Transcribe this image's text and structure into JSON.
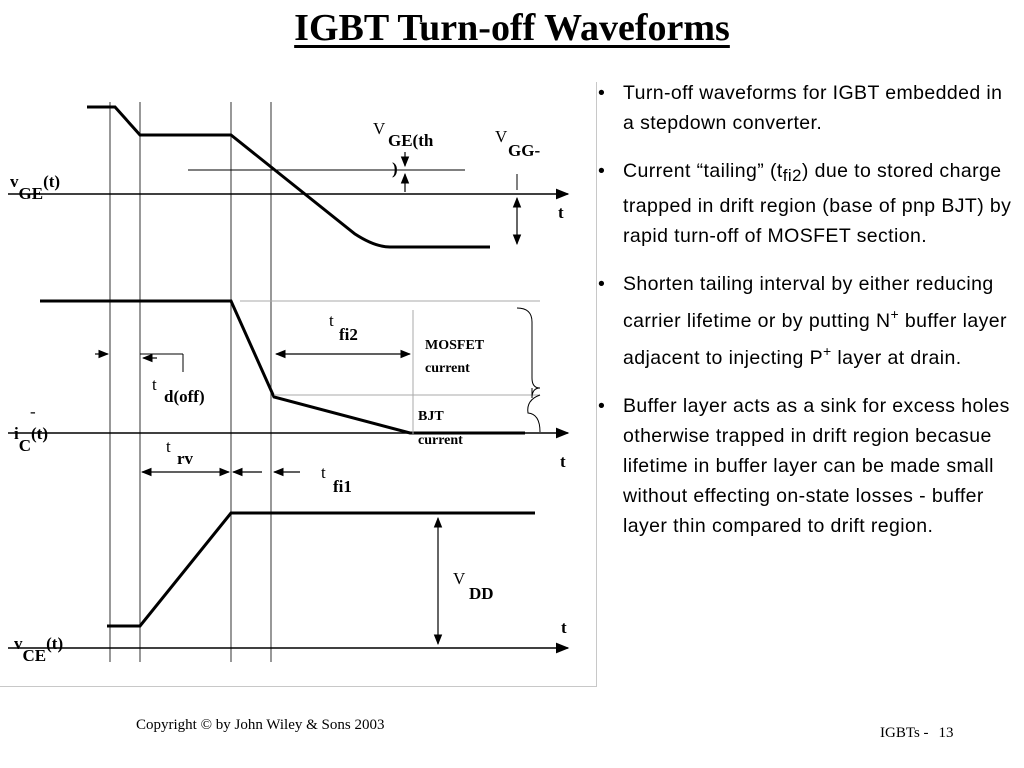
{
  "title": "IGBT Turn-off Waveforms",
  "diagram": {
    "vge": {
      "prefix": "v",
      "sub": "GE",
      "suffix": "(t)"
    },
    "vge_th": {
      "prefix": "V",
      "sub_line1": "GE(th",
      "sub_line2": ")"
    },
    "vgg": {
      "prefix": "V",
      "sub": "GG-"
    },
    "ic": {
      "prefix": "i",
      "sub": "C",
      "suffix": "(t)"
    },
    "vce": {
      "prefix": "v",
      "sub": "CE",
      "suffix": "(t)"
    },
    "vdd": {
      "prefix": "V",
      "sub": "DD"
    },
    "t_axis": "t",
    "tfi2": {
      "prefix": "t",
      "sub": "fi2"
    },
    "tdoff": {
      "prefix": "t",
      "sub": "d(off)"
    },
    "trv": {
      "prefix": "t",
      "sub": "rv"
    },
    "tfi1": {
      "prefix": "t",
      "sub": "fi1"
    },
    "mosfet_current": {
      "line1": "MOSFET",
      "line2": "current"
    },
    "bjt_current": {
      "line1": "BJT",
      "line2": "current"
    },
    "stray_mark": "-"
  },
  "bullets": [
    {
      "text": "Turn-off waveforms for IGBT embedded in a stepdown converter."
    },
    {
      "before": "Current “tailing” (t",
      "sub": "fi2",
      "after": ")  due to stored charge trapped in drift region (base of pnp BJT) by rapid turn-off of MOSFET section."
    },
    {
      "part1": "Shorten tailing interval by either reducing carrier lifetime or by putting N",
      "sup1": "+",
      "part2": " buffer layer adjacent to injecting P",
      "sup2": "+",
      "part3": " layer at drain."
    },
    {
      "text": "Buffer layer acts as a sink for excess holes otherwise trapped in drift region becasue lifetime in buffer layer can be made small without effecting on-state losses - buffer layer thin compared to drift region."
    }
  ],
  "footer": {
    "copyright": "Copyright © by John Wiley & Sons 2003",
    "section": "IGBTs -",
    "page_number": "13"
  }
}
